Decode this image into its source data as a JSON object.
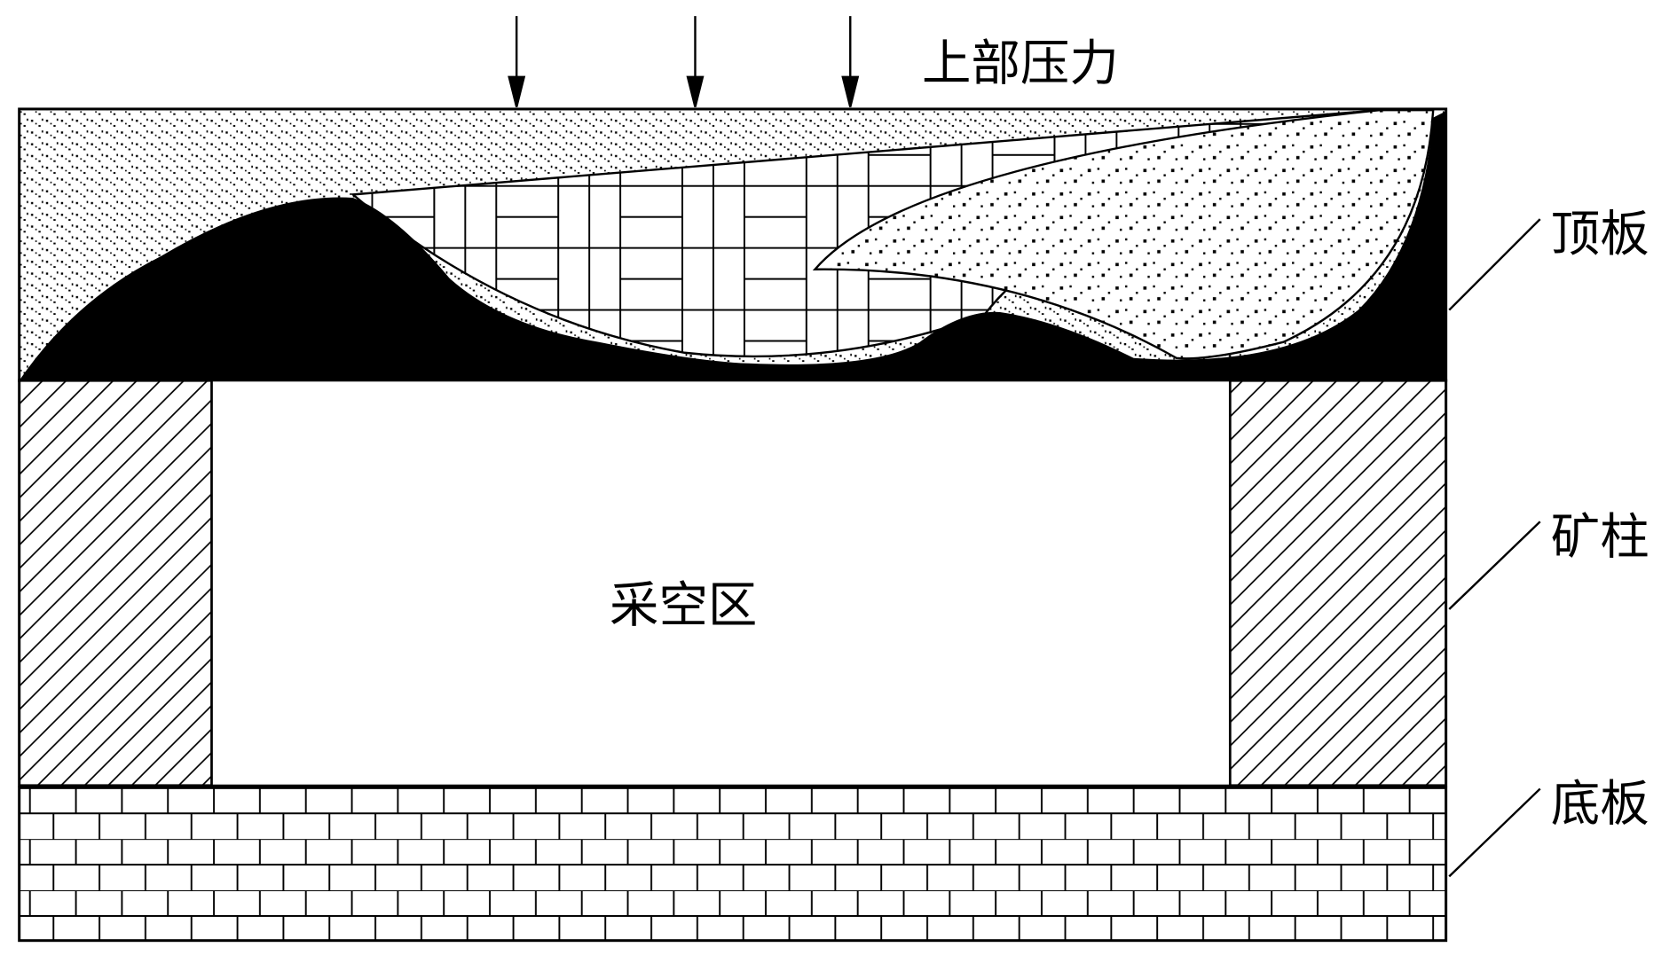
{
  "labels": {
    "pressure": "上部压力",
    "roof": "顶板",
    "pillar": "矿柱",
    "floor": "底板",
    "goaf": "采空区"
  },
  "colors": {
    "ink": "#000000",
    "background": "#ffffff"
  }
}
